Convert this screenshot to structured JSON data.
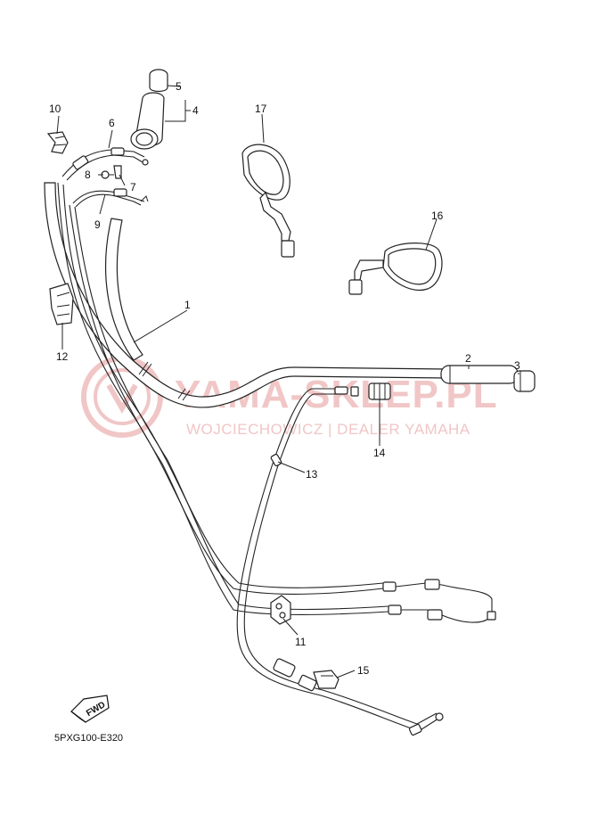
{
  "watermark": {
    "title": "YAMA-SKLEP.PL",
    "subtitle": "WOJCIECHOWICZ | DEALER YAMAHA",
    "color": "#f1c6c6"
  },
  "diagram_code": "5PXG100-E320",
  "fwd_label": "FWD",
  "callouts": {
    "c1": "1",
    "c2": "2",
    "c3": "3",
    "c4": "4",
    "c5": "5",
    "c6": "6",
    "c7": "7",
    "c8": "8",
    "c9": "9",
    "c10": "10",
    "c11": "11",
    "c12": "12",
    "c13": "13",
    "c14": "14",
    "c15": "15",
    "c16": "16",
    "c17": "17"
  }
}
